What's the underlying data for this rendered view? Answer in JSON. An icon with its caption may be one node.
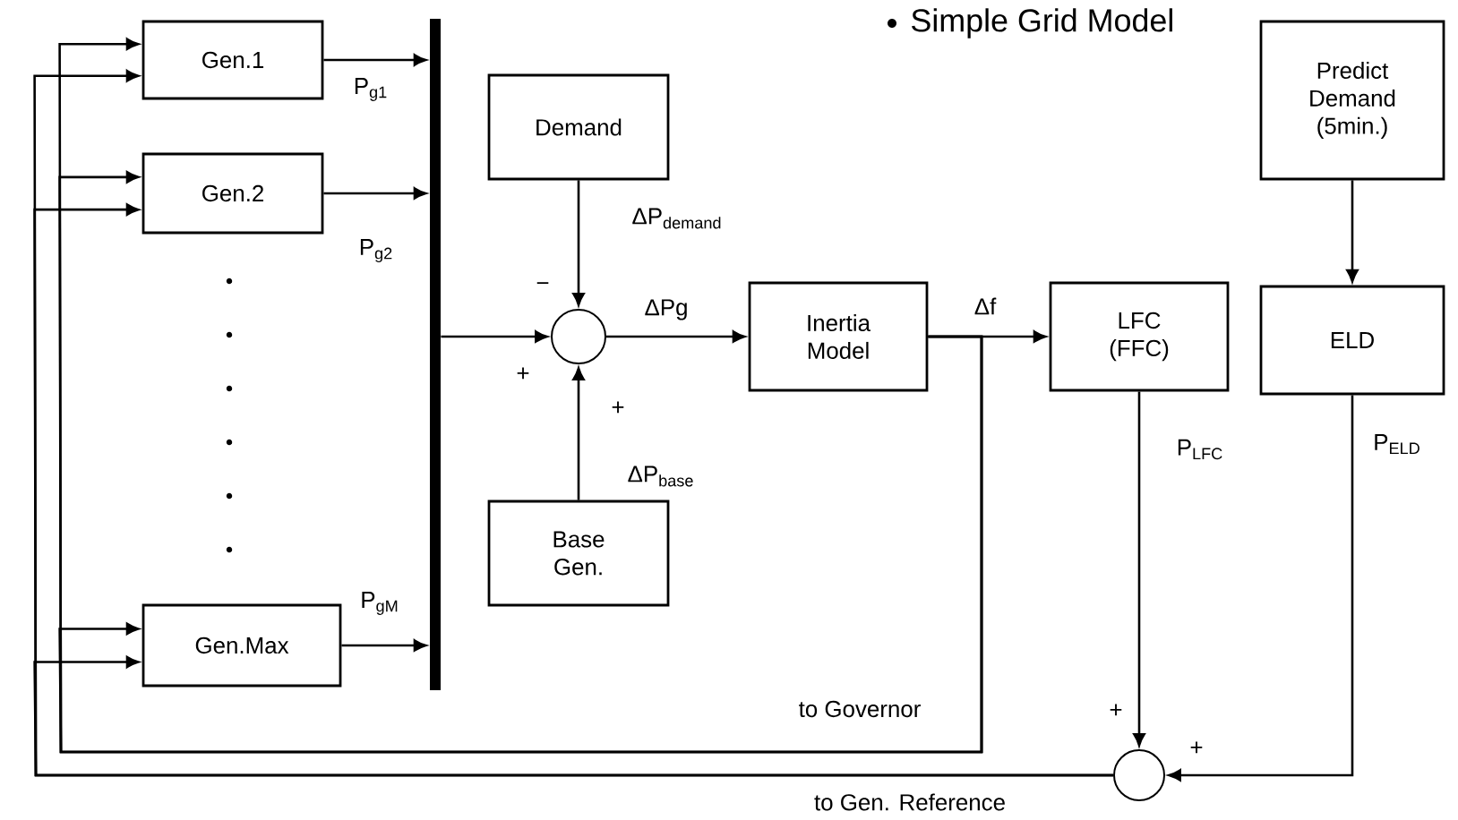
{
  "diagram": {
    "title": "Simple Grid Model",
    "nodes": [
      {
        "text": [
          "Gen.1"
        ]
      },
      {
        "text": [
          "Gen.2"
        ]
      },
      {
        "text": [
          "Gen.Max"
        ]
      },
      {
        "text": [],
        "shape": "bar"
      },
      {
        "text": [
          "Demand"
        ]
      },
      {
        "text": [],
        "shape": "circle"
      },
      {
        "text": [
          "Base Gen."
        ]
      },
      {
        "text": [
          "Inertia Model"
        ]
      },
      {
        "text": [
          "LFC (FFC)"
        ]
      },
      {
        "text": [
          "Predict Demand (5min.)"
        ]
      },
      {
        "text": [
          "ELD"
        ]
      },
      {
        "text": [],
        "shape": "circle"
      }
    ],
    "edges": [
      {
        "from": 0,
        "to": 3,
        "arrow": "to",
        "label": "P$_{g1}$"
      },
      {
        "from": 1,
        "to": 3,
        "arrow": "to",
        "label": "P$_{g2}$"
      },
      {
        "from": 2,
        "to": 3,
        "arrow": "to",
        "label": "P$_{gM}$"
      },
      {
        "from": 3,
        "to": 5,
        "arrow": "to"
      },
      {
        "from": 4,
        "to": 5,
        "arrow": "to",
        "label": "ΔP$_{demand}$"
      },
      {
        "from": 6,
        "to": 5,
        "arrow": "to",
        "label": "ΔP$_{base}$"
      },
      {
        "from": 5,
        "to": 7,
        "arrow": "to",
        "label": "ΔPg"
      },
      {
        "from": 7,
        "to": 8,
        "arrow": "to",
        "label": "Δf"
      },
      {
        "from": 9,
        "to": 10,
        "arrow": "to"
      },
      {
        "from": 8,
        "to": 11,
        "arrow": "to",
        "label": "P$_{LFC}$"
      },
      {
        "from": 10,
        "to": 11,
        "arrow": "to",
        "label": "P$_{ELD}$"
      },
      {
        "from": 7,
        "to": 0,
        "arrow": "to",
        "label": "to Governor"
      },
      {
        "from": 7,
        "to": 1,
        "arrow": "to"
      },
      {
        "from": 7,
        "to": 2,
        "arrow": "to"
      },
      {
        "from": 11,
        "to": 0,
        "arrow": "to",
        "label": "to Gen. Reference"
      },
      {
        "from": 11,
        "to": 1,
        "arrow": "to"
      },
      {
        "from": 11,
        "to": 2,
        "arrow": "to"
      }
    ],
    "labels": [
      "−",
      "+",
      "+",
      "+",
      "+"
    ]
  }
}
